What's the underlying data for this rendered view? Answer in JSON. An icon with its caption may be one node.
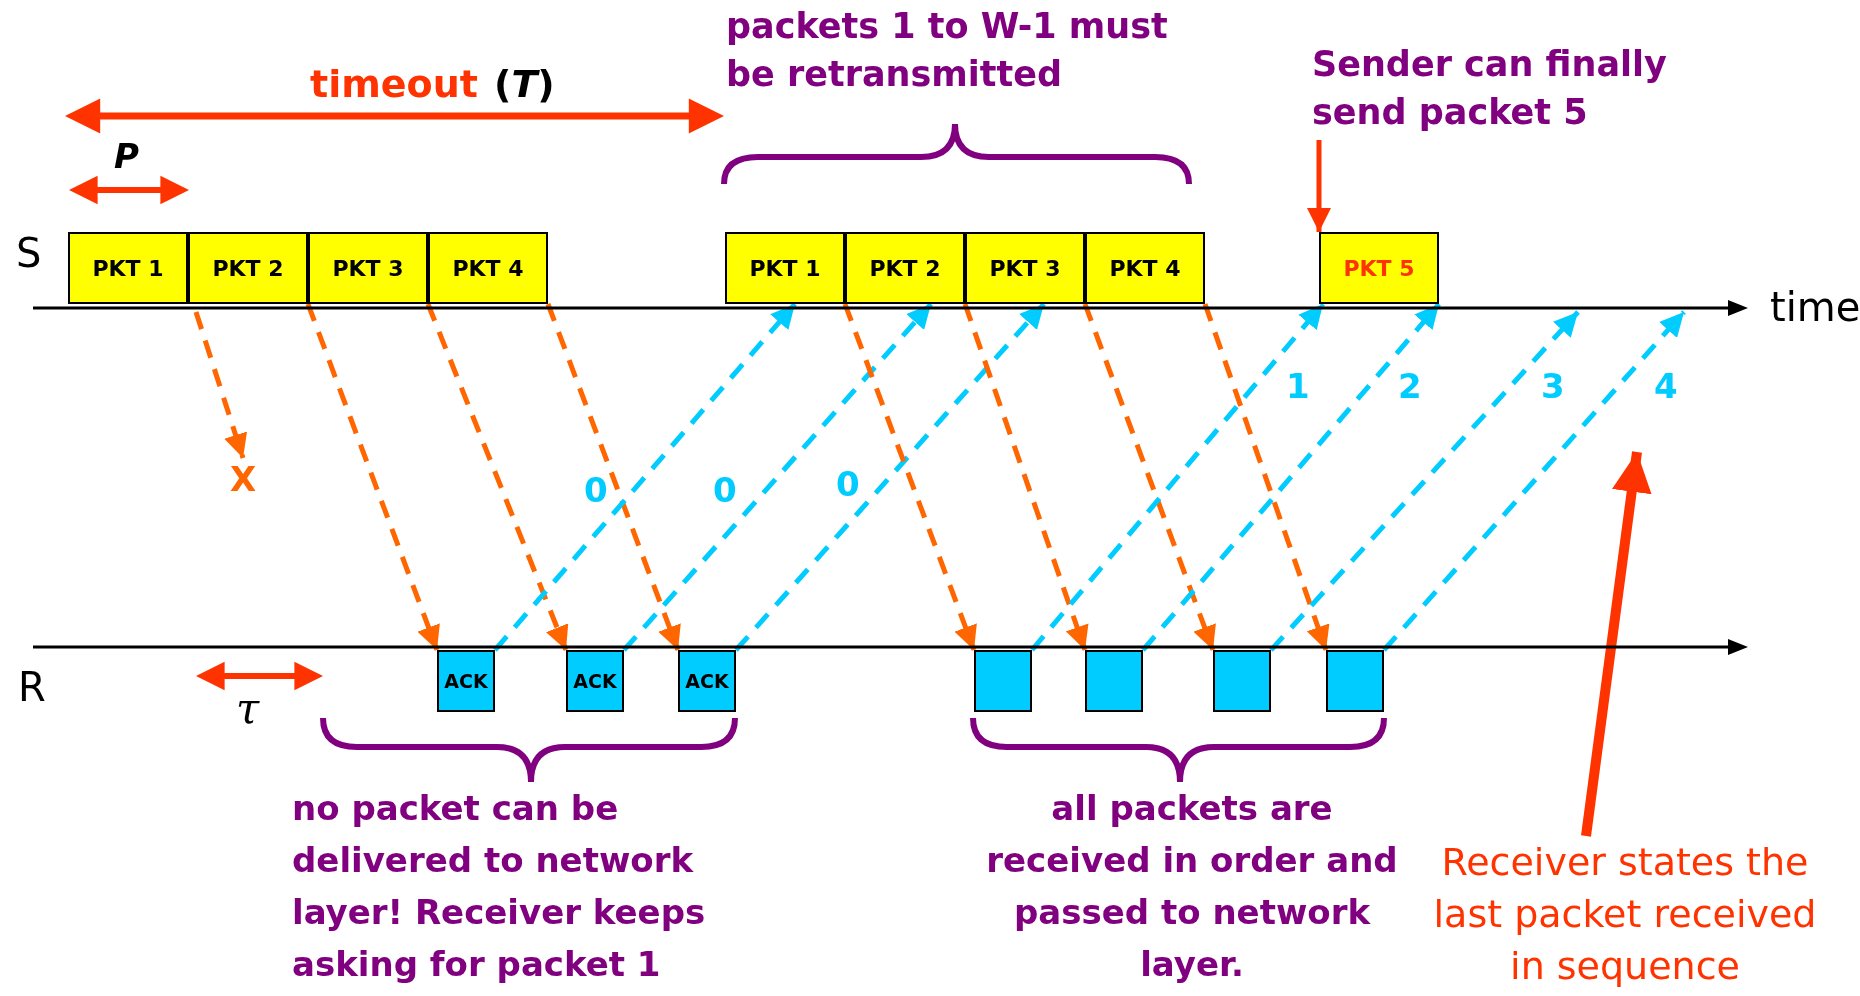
{
  "diagram": {
    "nodes": [
      {
        "text": [
          "PKT 1"
        ]
      },
      {
        "text": [
          "PKT 2"
        ]
      },
      {
        "text": [
          "PKT 3"
        ]
      },
      {
        "text": [
          "PKT 4"
        ]
      },
      {
        "text": [
          "PKT 1"
        ]
      },
      {
        "text": [
          "PKT 2"
        ]
      },
      {
        "text": [
          "PKT 3"
        ]
      },
      {
        "text": [
          "PKT 4"
        ]
      },
      {
        "text": [
          "PKT 5"
        ]
      },
      {
        "text": [
          "X"
        ]
      },
      {
        "text": [
          "ACK"
        ]
      },
      {
        "text": [
          "ACK"
        ]
      },
      {
        "text": [
          "ACK"
        ]
      },
      {
        "text": [],
        "shape": "box"
      },
      {
        "text": [],
        "shape": "box"
      },
      {
        "text": [],
        "shape": "box"
      },
      {
        "text": [],
        "shape": "box"
      },
      {
        "text": [
          "Receiver states the last packet received in sequence"
        ]
      },
      {
        "text": [
          "Sender can finally send packet 5"
        ]
      }
    ],
    "edges": [
      {
        "from": 0,
        "to": 9,
        "arrow": "to",
        "style": "dashed"
      },
      {
        "from": 1,
        "to": 10,
        "arrow": "to",
        "style": "dashed"
      },
      {
        "from": 2,
        "to": 11,
        "arrow": "to",
        "style": "dashed"
      },
      {
        "from": 3,
        "to": 12,
        "arrow": "to",
        "style": "dashed"
      },
      {
        "from": 10,
        "to": 4,
        "arrow": "to",
        "style": "dashed",
        "color": "#00ccff",
        "label": "0"
      },
      {
        "from": 11,
        "to": 5,
        "arrow": "to",
        "style": "dashed",
        "color": "#00ccff",
        "label": "0"
      },
      {
        "from": 12,
        "to": 6,
        "arrow": "to",
        "style": "dashed",
        "color": "#00ccff",
        "label": "0"
      },
      {
        "from": 4,
        "to": 13,
        "arrow": "to",
        "style": "dashed"
      },
      {
        "from": 5,
        "to": 14,
        "arrow": "to",
        "style": "dashed"
      },
      {
        "from": 6,
        "to": 15,
        "arrow": "to",
        "style": "dashed"
      },
      {
        "from": 7,
        "to": 16,
        "arrow": "to",
        "style": "dashed"
      },
      {
        "from": 13,
        "to": 8,
        "arrow": "to",
        "style": "dashed",
        "color": "#00ccff",
        "label": "1"
      },
      {
        "from": 14,
        "to": 8,
        "arrow": "to",
        "style": "dashed",
        "color": "#00ccff",
        "label": "2"
      },
      {
        "from": 15,
        "to": null,
        "arrow": "to",
        "style": "dashed",
        "color": "#00ccff",
        "label": "3"
      },
      {
        "from": 16,
        "to": null,
        "arrow": "to",
        "style": "dashed",
        "color": "#00ccff",
        "label": "4"
      },
      {
        "from": 18,
        "to": 8,
        "arrow": "to",
        "color": "#ff3300"
      },
      {
        "from": 17,
        "to": null,
        "arrow": "to",
        "style": "thick",
        "color": "#ff3300"
      }
    ],
    "labels": [
      "S",
      "time",
      "R",
      "timeout",
      "(*T*)",
      "P",
      "τ",
      "packets 1 to W-1 must be retransmitted",
      "no packet can be delivered to network layer! Receiver keeps asking for packet 1",
      "all packets are received in order and passed to network layer."
    ]
  }
}
